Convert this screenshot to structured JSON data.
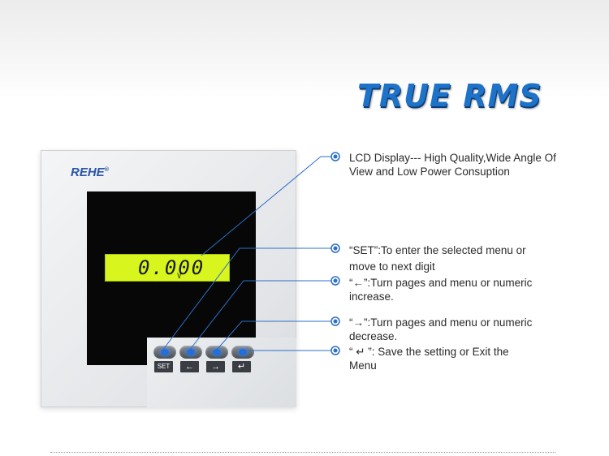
{
  "headline": "TRUE RMS",
  "meter": {
    "brand": "REHE",
    "brand_mark": "®",
    "lcd_value": "0.000",
    "lcd_unit": "V",
    "keys": [
      "SET",
      "←",
      "→",
      "↵"
    ]
  },
  "annotations": [
    {
      "lines": [
        "LCD Display--- High Quality,Wide Angle Of",
        "View and Low Power Consuption"
      ]
    },
    {
      "lines": [
        "“SET”:To enter the selected menu or",
        "move to next digit"
      ]
    },
    {
      "lines": [
        "“←”:Turn pages and menu or numeric",
        "increase."
      ]
    },
    {
      "lines": [
        "“→”:Turn pages and menu or numeric",
        "decrease."
      ]
    },
    {
      "lines": [
        "“ ↵ ”:  Save the setting or Exit the",
        "Menu"
      ]
    }
  ],
  "colors": {
    "accent": "#1e72c8",
    "leader": "#2b6fc7",
    "lcd_backlight": "#d8f51e",
    "button_led": "#1e6fe0"
  },
  "icons": [
    "set-key-icon",
    "left-arrow-icon",
    "right-arrow-icon",
    "enter-icon",
    "bullet-dot-icon"
  ]
}
